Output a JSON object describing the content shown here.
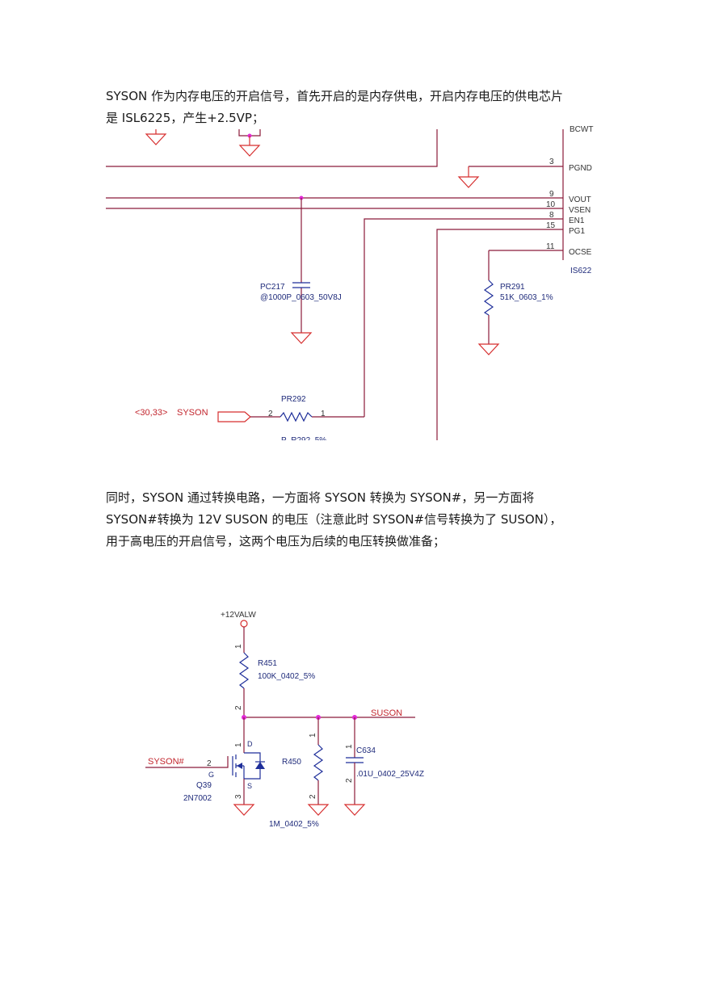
{
  "paragraph1": {
    "line1": "SYSON 作为内存电压的开启信号，首先开启的是内存供电，开启内存电压的供电芯片",
    "line2": "是 ISL6225，产生+2.5VP；"
  },
  "paragraph2": {
    "line1": "同时，SYSON 通过转换电路，一方面将 SYSON 转换为 SYSON#，另一方面将",
    "line2": "SYSON#转换为 12V SUSON 的电压（注意此时 SYSON#信号转换为了 SUSON），",
    "line3": "用于高电压的开启信号，这两个电压为后续的电压转换做准备；"
  },
  "schematic1": {
    "pins": {
      "pgnd_num": "3",
      "vout_num": "9",
      "vsen_num": "10",
      "en1_num": "8",
      "pg1_num": "15",
      "ocse_num": "11"
    },
    "pin_names": {
      "pgnd": "PGND",
      "vout": "VOUT",
      "vsen": "VSEN",
      "en1": "EN1",
      "pg1": "PG1",
      "ocse": "OCSE"
    },
    "ic_label": "IS622",
    "pc217": {
      "ref": "PC217",
      "value": "@1000P_0603_50V8J"
    },
    "pr291": {
      "ref": "PR291",
      "value": "51K_0603_1%"
    },
    "pr292": {
      "ref": "PR292",
      "pin_left": "2",
      "pin_right": "1"
    },
    "syson_port": {
      "sheets": "<30,33>",
      "net": "SYSON"
    }
  },
  "schematic2": {
    "supply": "+12VALW",
    "r451": {
      "ref": "R451",
      "value": "100K_0402_5%",
      "pin_top": "1",
      "pin_bottom": "2"
    },
    "suson_net": "SUSON",
    "syson_n_net": "SYSON#",
    "q39": {
      "ref": "Q39",
      "part": "2N7002",
      "gate_pin": "2",
      "gate": "G",
      "drain_pin": "1",
      "drain": "D",
      "source_pin": "3",
      "source": "S"
    },
    "r450": {
      "ref": "R450",
      "value": "1M_0402_5%",
      "pin_top": "1",
      "pin_bottom": "2"
    },
    "c634": {
      "ref": "C634",
      "value": ".01U_0402_25V4Z",
      "pin_top": "1",
      "pin_bottom": "2"
    }
  },
  "colors": {
    "text": "#1a1a1a",
    "wire": "#8b1a3a",
    "net_label": "#c2262e",
    "component": "#1f2f9a",
    "junction": "#e22ad8"
  }
}
